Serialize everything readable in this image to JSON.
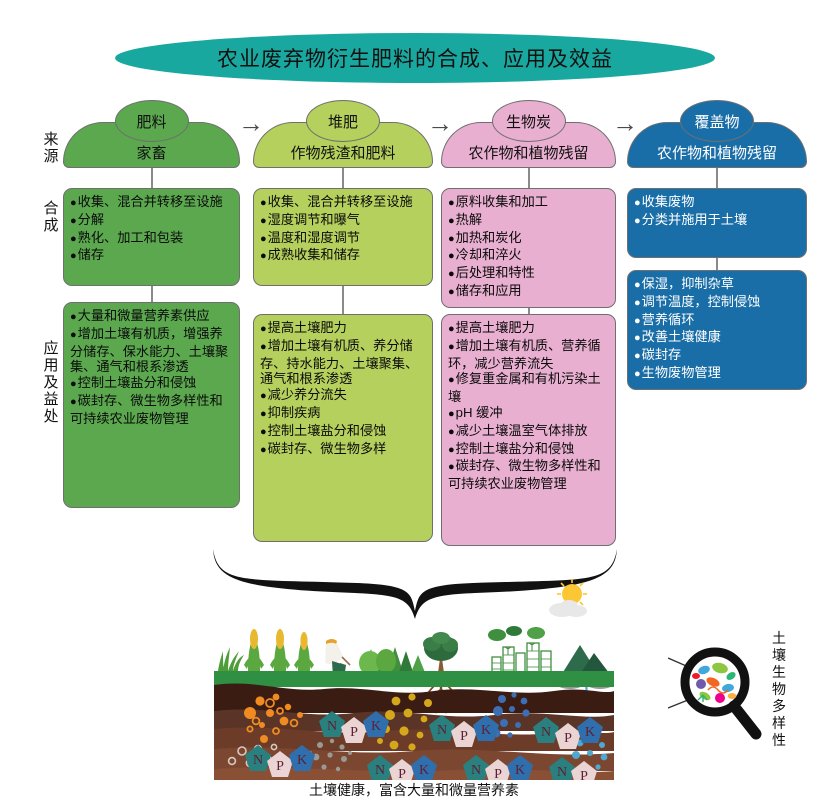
{
  "title": "农业废弃物衍生肥料的合成、应用及效益",
  "row_labels": {
    "source": "来源",
    "synthesis": "合成",
    "application": "应用及益处"
  },
  "arrow_glyph": "→",
  "colors": {
    "title_banner": "#19a8a0",
    "manure": "#5ba84f",
    "compost": "#b5d05c",
    "biochar": "#e8afd0",
    "mulch": "#1a6ea8"
  },
  "columns": [
    {
      "id": "manure",
      "stage": "肥料",
      "source": "家畜",
      "color": "#5ba84f",
      "synthesis": [
        "收集、混合并转移至设施",
        "分解",
        "熟化、加工和包装",
        "储存"
      ],
      "application": [
        "大量和微量营养素供应",
        "增加土壤有机质，增强养分储存、保水能力、土壤聚集、通气和根系渗透",
        "控制土壤盐分和侵蚀",
        "碳封存、微生物多样性和可持续农业废物管理"
      ]
    },
    {
      "id": "compost",
      "stage": "堆肥",
      "source": "作物残渣和肥料",
      "color": "#b5d05c",
      "synthesis": [
        "收集、混合并转移至设施",
        "湿度调节和曝气",
        "温度和湿度调节",
        "成熟收集和储存"
      ],
      "application": [
        "提高土壤肥力",
        "增加土壤有机质、养分储存、持水能力、土壤聚集、通气和根系渗透",
        "减少养分流失",
        "抑制疾病",
        "控制土壤盐分和侵蚀",
        "碳封存、微生物多样"
      ]
    },
    {
      "id": "biochar",
      "stage": "生物炭",
      "source": "农作物和植物残留",
      "color": "#e8afd0",
      "synthesis": [
        "原料收集和加工",
        "热解",
        "加热和炭化",
        "冷却和淬火",
        "后处理和特性",
        "储存和应用"
      ],
      "application": [
        "提高土壤肥力",
        "增加土壤有机质、营养循环，减少营养流失",
        "修复重金属和有机污染土壤",
        "pH 缓冲",
        "减少土壤温室气体排放",
        "控制土壤盐分和侵蚀",
        "碳封存、微生物多样性和可持续农业废物管理"
      ]
    },
    {
      "id": "mulch",
      "stage": "覆盖物",
      "source": "农作物和植物残留",
      "color": "#1a6ea8",
      "synthesis": [
        "收集废物",
        "分类并施用于土壤"
      ],
      "application": [
        "保湿，抑制杂草",
        "调节温度，控制侵蚀",
        "营养循环",
        "改善土壤健康",
        "碳封存",
        "生物废物管理"
      ]
    }
  ],
  "scene": {
    "caption": "土壤健康，富含大量和微量营养素",
    "magnifier_label": "土壤生物多样性",
    "nutrient_letters": [
      "N",
      "P",
      "K"
    ]
  }
}
